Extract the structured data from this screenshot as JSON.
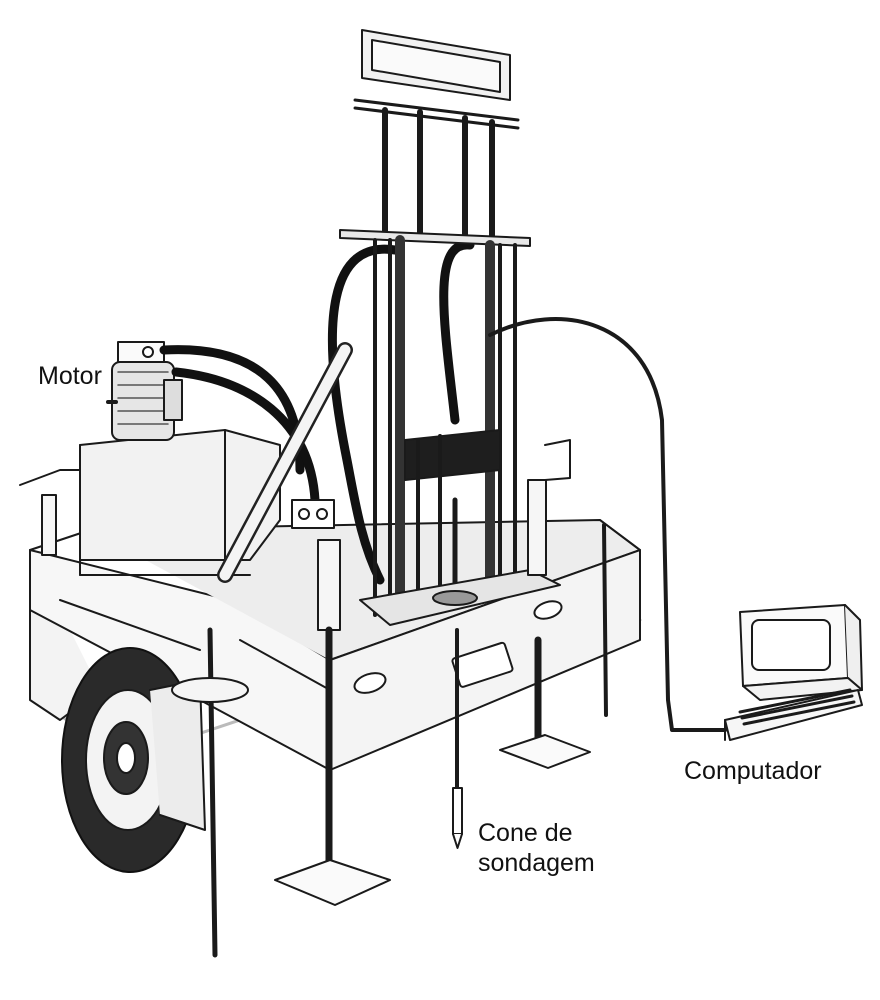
{
  "labels": {
    "motor": "Motor",
    "computer": "Computador",
    "cone_line1": "Cone de",
    "cone_line2": "sondagem"
  }
}
